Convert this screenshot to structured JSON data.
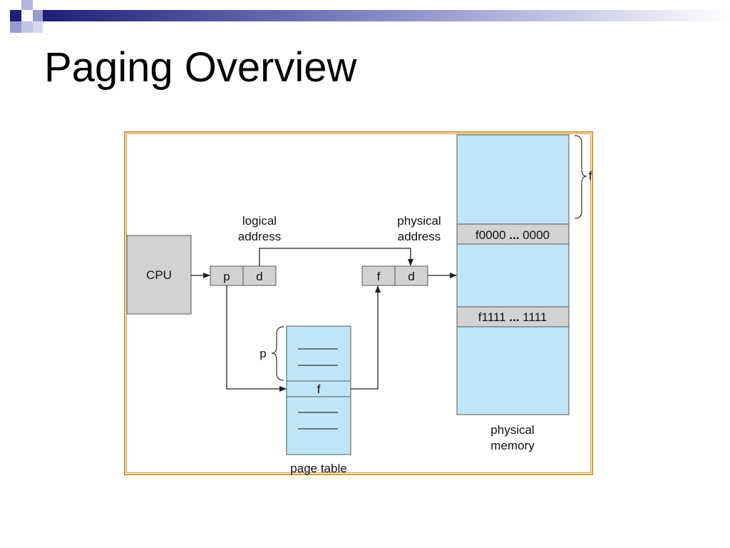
{
  "slide": {
    "title": "Paging Overview"
  },
  "diagram": {
    "cpu_label": "CPU",
    "logical_address_label": [
      "logical",
      "address"
    ],
    "logical_p": "p",
    "logical_d": "d",
    "physical_address_label": [
      "physical",
      "address"
    ],
    "physical_f": "f",
    "physical_d": "d",
    "page_table_label": "page table",
    "page_table_entry": "f",
    "page_index_brace": "p",
    "frame_brace_label": "f",
    "frame_start": [
      "f0000 ",
      "...",
      " 0000"
    ],
    "frame_end": [
      "f1111 ",
      "...",
      " 1111"
    ],
    "physical_memory_label": [
      "physical",
      "memory"
    ]
  },
  "colors": {
    "header_navy": "#1e1e78",
    "header_lavender": "#9a9ad0",
    "frame_border": "#d39a3a",
    "memory_fill": "#bfe6f7",
    "box_gray": "#d2d2d2"
  }
}
